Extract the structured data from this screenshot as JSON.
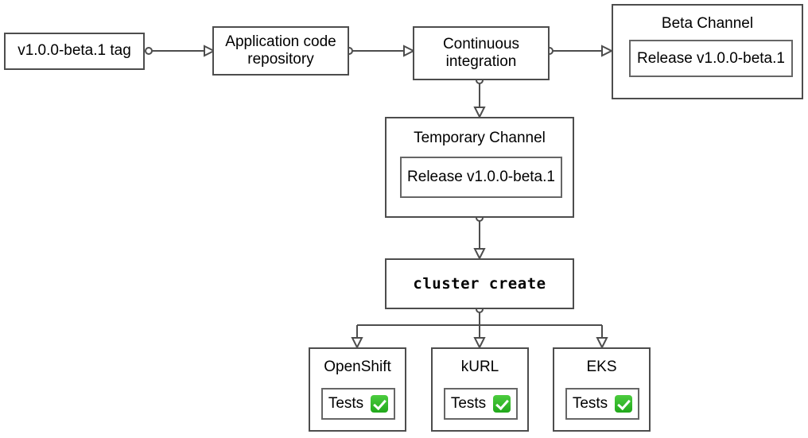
{
  "diagram": {
    "type": "flowchart",
    "nodes": {
      "tag": {
        "label": "v1.0.0-beta.1 tag"
      },
      "repo": {
        "label": "Application code\nrepository"
      },
      "ci": {
        "label": "Continuous\nintegration"
      },
      "beta_channel": {
        "title": "Beta Channel",
        "release": "Release v1.0.0-beta.1"
      },
      "temporary_channel": {
        "title": "Temporary Channel",
        "release": "Release v1.0.0-beta.1"
      },
      "cluster_create": {
        "label": "cluster create"
      },
      "openshift": {
        "title": "OpenShift",
        "tests_label": "Tests",
        "status_icon": "green-check-icon"
      },
      "kurl": {
        "title": "kURL",
        "tests_label": "Tests",
        "status_icon": "green-check-icon"
      },
      "eks": {
        "title": "EKS",
        "tests_label": "Tests",
        "status_icon": "green-check-icon"
      }
    },
    "colors": {
      "stroke": "#4d4d4d",
      "background": "#ffffff",
      "text": "#000000",
      "check_green": "#2ebd28"
    }
  }
}
